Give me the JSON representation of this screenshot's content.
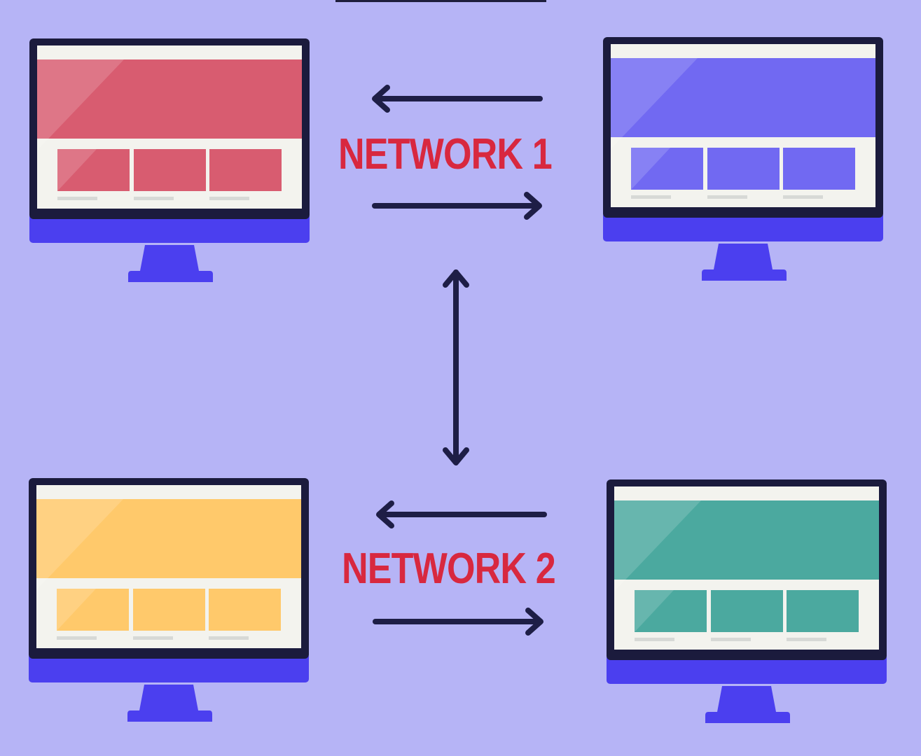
{
  "colors": {
    "background": "#b6b4f6",
    "monitor_frame": "#1b1b3d",
    "monitor_stand": "#4b3fef",
    "screen_panel": "#f3f3ee",
    "arrow": "#1e1e46",
    "label": "#d8283f",
    "screen_top_left": "#d85c70",
    "screen_top_right": "#7169f2",
    "screen_bottom_left": "#ffc96b",
    "screen_bottom_right": "#4ba99f"
  },
  "network_1": {
    "label": "NETWORK 1"
  },
  "network_2": {
    "label": "NETWORK 2"
  },
  "icons": {
    "monitor_icon": "desktop-monitor",
    "arrow_left": "arrow-left",
    "arrow_right": "arrow-right",
    "arrow_vertical": "arrow-up-down"
  }
}
